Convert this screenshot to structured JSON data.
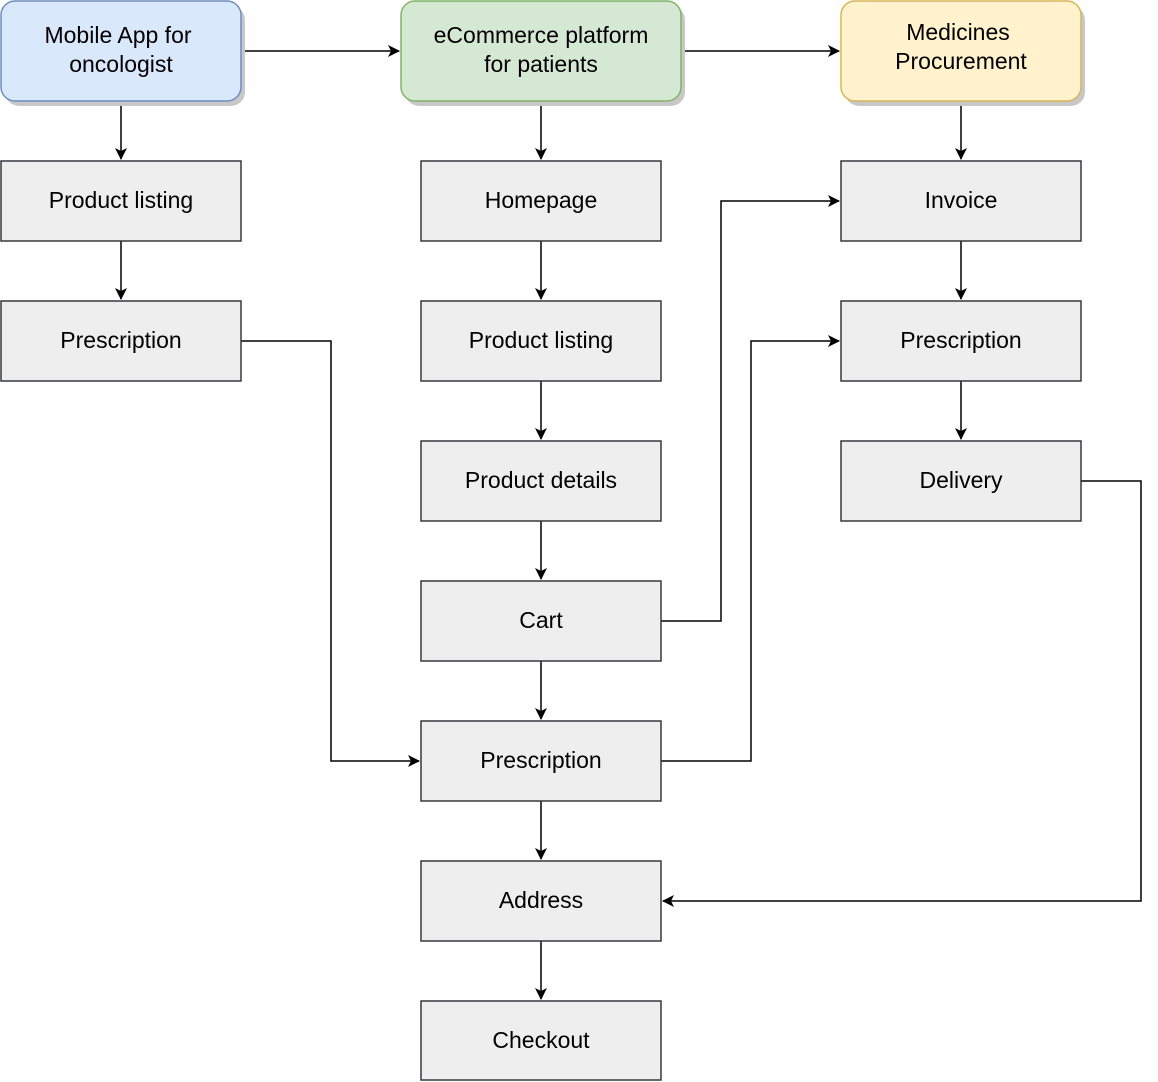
{
  "headers": {
    "mobile_app": {
      "lines": [
        "Mobile App for",
        "oncologist"
      ],
      "fill": "#dae8fc",
      "stroke": "#6c8ebf"
    },
    "ecommerce": {
      "lines": [
        "eCommerce platform",
        "for patients"
      ],
      "fill": "#d5e8d4",
      "stroke": "#82b366"
    },
    "procurement": {
      "lines": [
        "Medicines",
        "Procurement"
      ],
      "fill": "#fff2cc",
      "stroke": "#d6b656"
    }
  },
  "nodes": {
    "app_product_listing": "Product listing",
    "app_prescription": "Prescription",
    "homepage": "Homepage",
    "eco_product_listing": "Product listing",
    "product_details": "Product details",
    "cart": "Cart",
    "eco_prescription": "Prescription",
    "address": "Address",
    "checkout": "Checkout",
    "invoice": "Invoice",
    "proc_prescription": "Prescription",
    "delivery": "Delivery"
  },
  "colors": {
    "node_fill": "#eeeeee",
    "node_stroke": "#36393d",
    "edge": "#000000",
    "shadow": "#c8c8c8"
  }
}
